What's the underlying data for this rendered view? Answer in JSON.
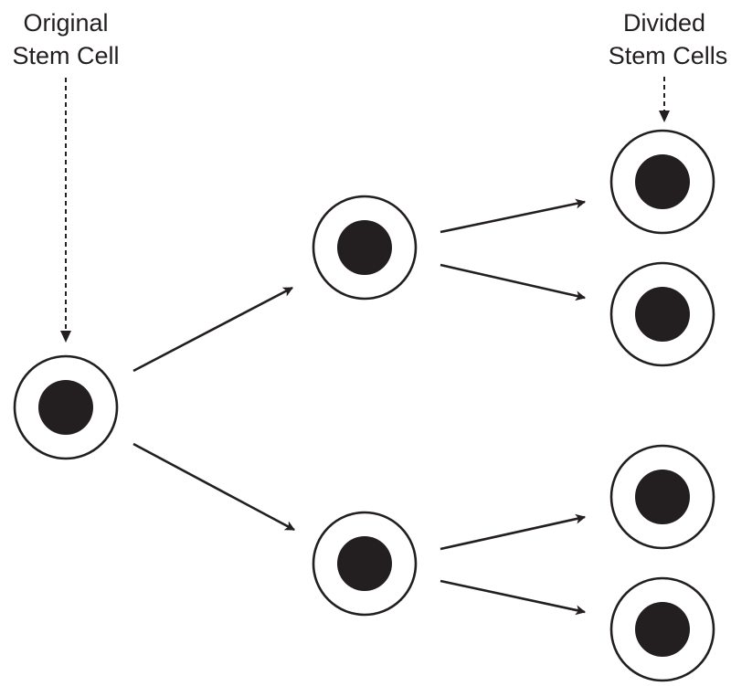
{
  "labels": {
    "original_line1": "Original",
    "original_line2": "Stem Cell",
    "divided_line1": "Divided",
    "divided_line2": "Stem Cells"
  },
  "colors": {
    "ink": "#231f20",
    "background": "#ffffff"
  },
  "cells": [
    {
      "id": "original-stem-cell",
      "generation": 0
    },
    {
      "id": "daughter-cell-top",
      "generation": 1
    },
    {
      "id": "daughter-cell-bottom",
      "generation": 1
    },
    {
      "id": "divided-cell-1",
      "generation": 2
    },
    {
      "id": "divided-cell-2",
      "generation": 2
    },
    {
      "id": "divided-cell-3",
      "generation": 2
    },
    {
      "id": "divided-cell-4",
      "generation": 2
    }
  ],
  "divisions": [
    {
      "from": "original-stem-cell",
      "to": "daughter-cell-top"
    },
    {
      "from": "original-stem-cell",
      "to": "daughter-cell-bottom"
    },
    {
      "from": "daughter-cell-top",
      "to": "divided-cell-1"
    },
    {
      "from": "daughter-cell-top",
      "to": "divided-cell-2"
    },
    {
      "from": "daughter-cell-bottom",
      "to": "divided-cell-3"
    },
    {
      "from": "daughter-cell-bottom",
      "to": "divided-cell-4"
    }
  ]
}
